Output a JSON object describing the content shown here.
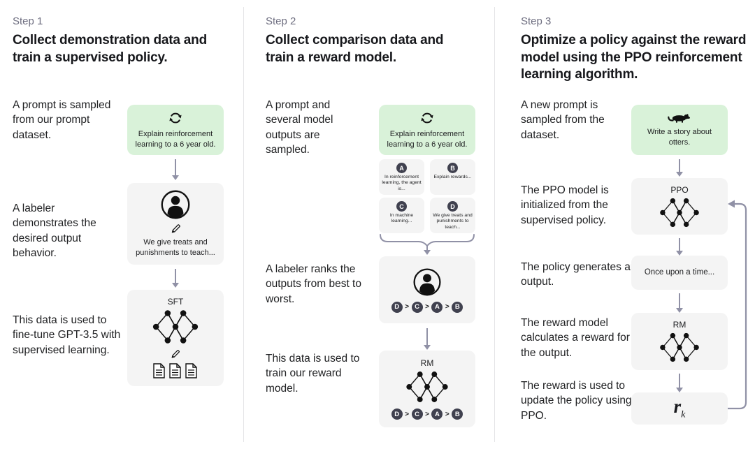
{
  "colors": {
    "prompt_box_green": "#d9f2d9",
    "node_box_gray": "#f4f4f4",
    "chip_dark": "#40414f",
    "arrow_gray": "#9091a6",
    "step_label_gray": "#6e6e80",
    "text_dark": "#202123"
  },
  "columns": [
    {
      "step_label": "Step 1",
      "title": "Collect demonstration data and train a supervised policy.",
      "side_texts": [
        "A prompt is sampled from our prompt dataset.",
        "A labeler demonstrates the desired output behavior.",
        "This data is used to fine-tune GPT-3.5 with supervised learning."
      ],
      "prompt_text": "Explain reinforcement learning to a 6 year old.",
      "labeler_text": "We give treats and punishments to teach...",
      "model_label": "SFT"
    },
    {
      "step_label": "Step 2",
      "title": "Collect comparison data and train a reward model.",
      "side_texts": [
        "A prompt and several model outputs are sampled.",
        "A labeler ranks the outputs from best to worst.",
        "This data is used to train our reward model."
      ],
      "prompt_text": "Explain reinforcement learning to a 6 year old.",
      "outputs": [
        {
          "letter": "A",
          "text": "In reinforcement learning, the agent is..."
        },
        {
          "letter": "B",
          "text": "Explain rewards..."
        },
        {
          "letter": "C",
          "text": "In machine learning..."
        },
        {
          "letter": "D",
          "text": "We give treats and punishments to teach..."
        }
      ],
      "rank_separator": ">",
      "ranking": [
        "D",
        "C",
        "A",
        "B"
      ],
      "model_label": "RM"
    },
    {
      "step_label": "Step 3",
      "title": "Optimize a policy against the reward model using the PPO reinforcement learning algorithm.",
      "side_texts": [
        "A new prompt is sampled from the dataset.",
        "The PPO model is initialized from the supervised policy.",
        "The policy generates an output.",
        "The reward model calculates a reward for the output.",
        "The reward is used to update the policy using PPO."
      ],
      "prompt_text": "Write a story about otters.",
      "ppo_label": "PPO",
      "output_text": "Once upon a time...",
      "rm_label": "RM",
      "reward_symbol": "r",
      "reward_subscript": "k"
    }
  ]
}
